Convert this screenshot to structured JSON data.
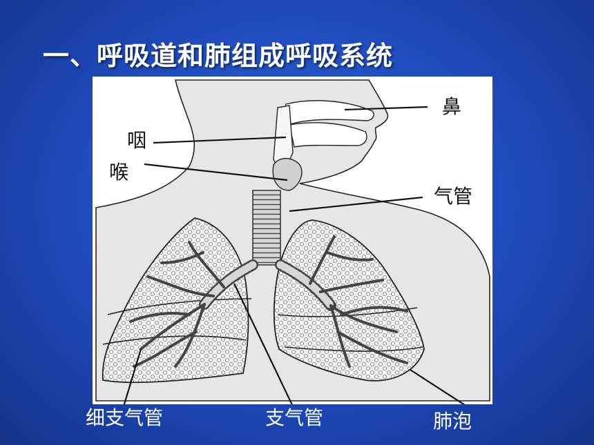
{
  "slide": {
    "title": "一、呼吸道和肺组成呼吸系统"
  },
  "diagram": {
    "labels": {
      "nose": "鼻",
      "pharynx": "咽",
      "larynx": "喉",
      "trachea": "气管",
      "bronchioles": "细支气管",
      "bronchi": "支气管",
      "alveoli": "肺泡"
    }
  },
  "colors": {
    "background": "#214fc2",
    "title_text": "#ffffff",
    "diagram_background": "#ffffff",
    "body_fill": "#e6e6e6",
    "outline": "#222222"
  }
}
